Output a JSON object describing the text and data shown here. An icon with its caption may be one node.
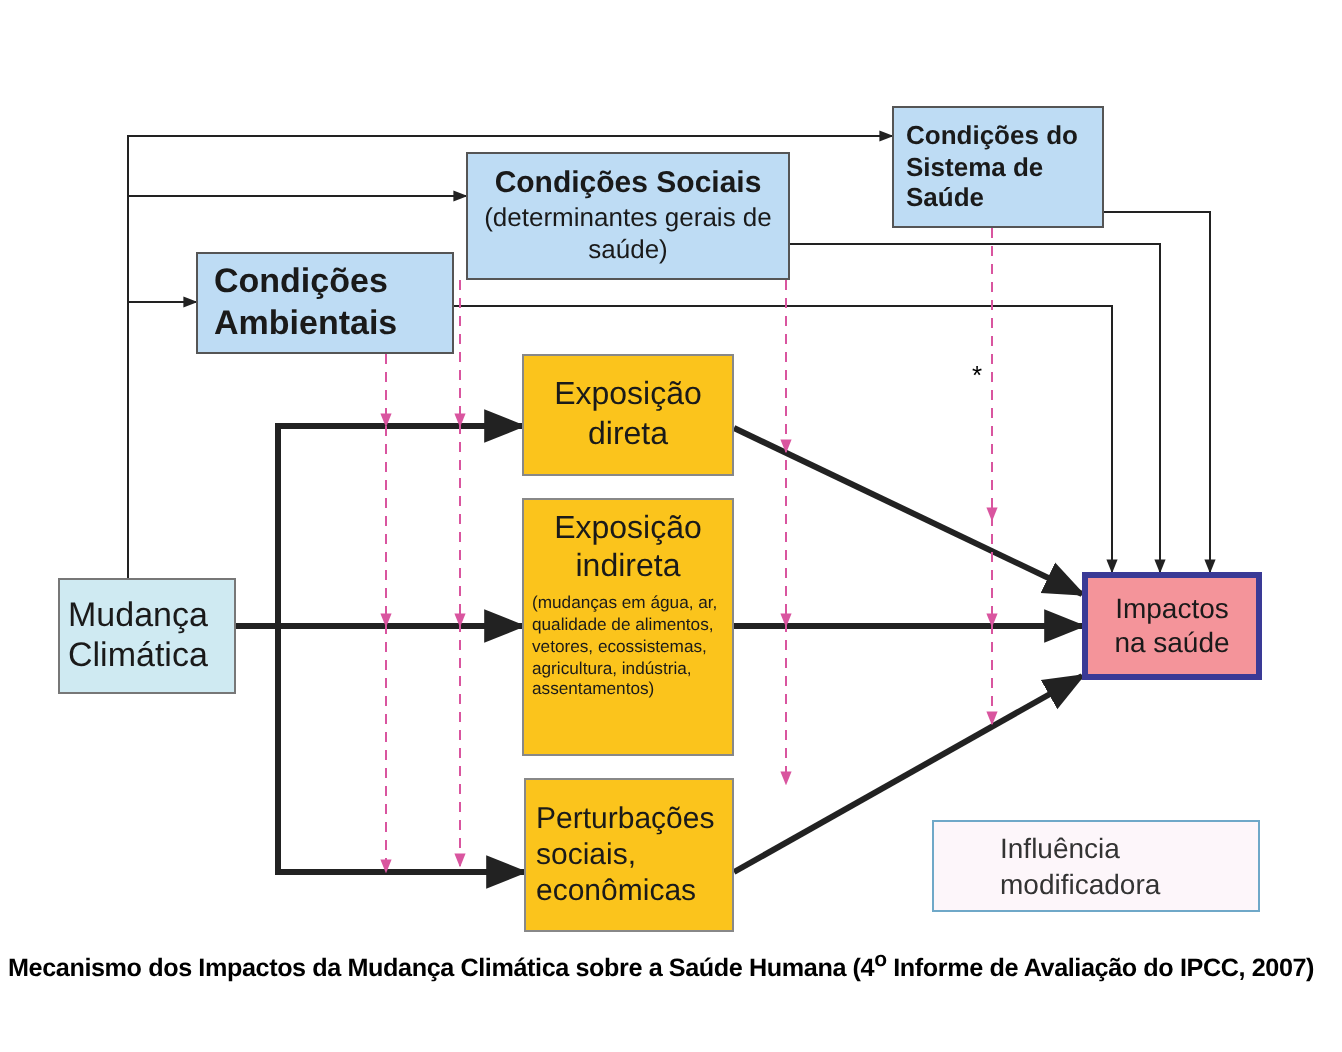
{
  "diagram": {
    "caption": "Mecanismo dos Impactos da Mudança Climática sobre a Saúde Humana (4$^{o}$ Informe de Avaliação do IPCC, 2007)",
    "nodes": [
      {
        "text": [
          "Condições do Sistema de Saúde"
        ]
      },
      {
        "text": [
          "Condições Sociais",
          "(determinantes gerais de saúde)"
        ]
      },
      {
        "text": [
          "Condições Ambientais"
        ]
      },
      {
        "text": [
          "Mudança Climática"
        ]
      },
      {
        "text": [
          "Exposição direta"
        ]
      },
      {
        "text": [
          "Exposição indireta",
          "(mudanças em água, ar, qualidade de alimentos, vetores, ecossistemas, agricultura, indústria, assentamentos)"
        ]
      },
      {
        "text": [
          "Perturbações sociais, econômicas"
        ]
      },
      {
        "text": [
          "Impactos na saúde"
        ]
      }
    ],
    "edges": [
      {
        "from": 3,
        "to": 0,
        "arrow": "to"
      },
      {
        "from": 3,
        "to": 1,
        "arrow": "to"
      },
      {
        "from": 3,
        "to": 2,
        "arrow": "to"
      },
      {
        "from": 3,
        "to": 4,
        "arrow": "to",
        "style": "thick"
      },
      {
        "from": 3,
        "to": 5,
        "arrow": "to",
        "style": "thick"
      },
      {
        "from": 3,
        "to": 6,
        "arrow": "to",
        "style": "thick"
      },
      {
        "from": 4,
        "to": 7,
        "arrow": "to",
        "style": "thick"
      },
      {
        "from": 5,
        "to": 7,
        "arrow": "to",
        "style": "thick"
      },
      {
        "from": 6,
        "to": 7,
        "arrow": "to",
        "style": "thick"
      },
      {
        "from": 0,
        "to": 7,
        "arrow": "to"
      },
      {
        "from": 1,
        "to": 7,
        "arrow": "to"
      },
      {
        "from": 2,
        "to": 7,
        "arrow": "to"
      },
      {
        "from": 2,
        "to": null,
        "arrow": "to",
        "style": "dashed",
        "color": "#d9559f"
      },
      {
        "from": 1,
        "to": null,
        "arrow": "to",
        "style": "dashed",
        "color": "#d9559f"
      },
      {
        "from": 1,
        "to": null,
        "arrow": "to",
        "style": "dashed",
        "color": "#d9559f"
      },
      {
        "from": 0,
        "to": null,
        "arrow": "to",
        "style": "dashed",
        "color": "#d9559f"
      }
    ],
    "labels": [
      "*"
    ],
    "legend": [
      {
        "text": "Influência modificadora"
      }
    ]
  }
}
